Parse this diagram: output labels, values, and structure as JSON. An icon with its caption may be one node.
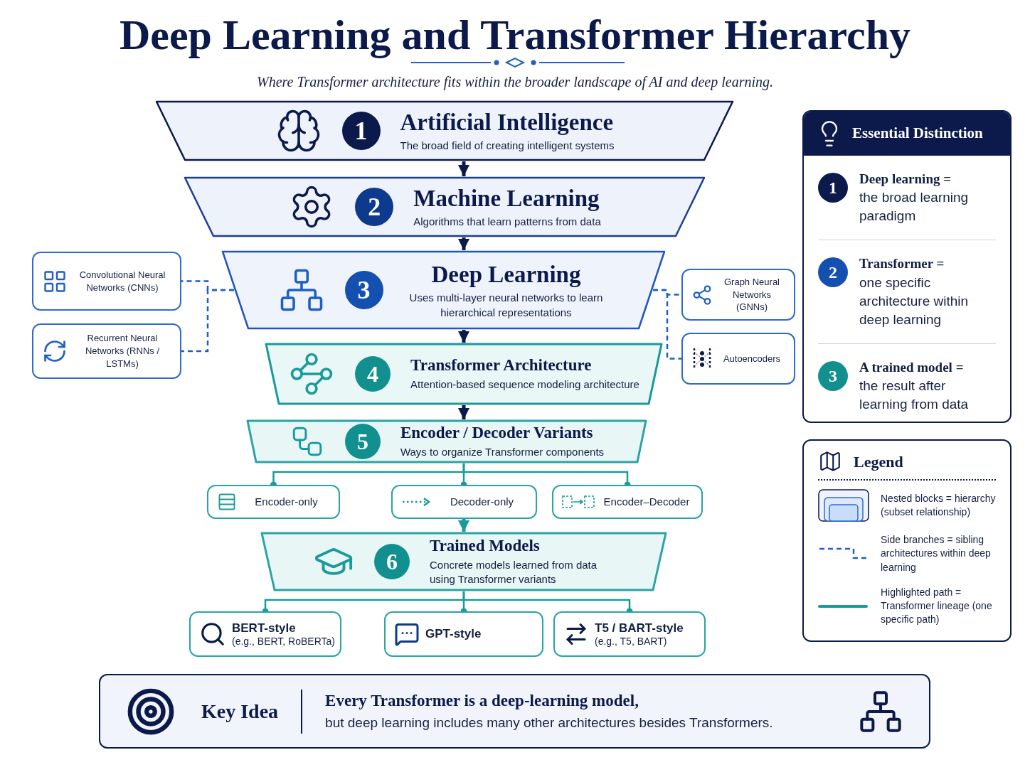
{
  "diagram": {
    "title": "Deep Learning and Transformer Hierarchy",
    "nodes": [
      {
        "text": [
          "1",
          "Artificial Intelligence",
          "The broad field of creating intelligent systems"
        ]
      },
      {
        "text": [
          "2",
          "Machine Learning",
          "Algorithms that learn patterns from data"
        ]
      },
      {
        "text": [
          "3",
          "Deep Learning",
          "Uses multi-layer neural networks to learn hierarchical representations"
        ]
      },
      {
        "text": [
          "Convolutional Neural Networks (CNNs)"
        ]
      },
      {
        "text": [
          "Recurrent Neural Networks (RNNs / LSTMs)"
        ]
      },
      {
        "text": [
          "Graph Neural Networks (GNNs)"
        ]
      },
      {
        "text": [
          "Autoencoders"
        ]
      },
      {
        "text": [
          "4",
          "Transformer Architecture",
          "Attention-based sequence modeling architecture"
        ]
      },
      {
        "text": [
          "5",
          "Encoder / Decoder Variants",
          "Ways to organize Transformer components"
        ]
      },
      {
        "text": [
          "Encoder-only"
        ]
      },
      {
        "text": [
          "Decoder-only"
        ]
      },
      {
        "text": [
          "Encoder–Decoder"
        ]
      },
      {
        "text": [
          "6",
          "Trained Models",
          "Concrete models learned from data using Transformer variants"
        ]
      },
      {
        "text": [
          "BERT-style",
          "(e.g., BERT, RoBERTa)"
        ]
      },
      {
        "text": [
          "GPT-style"
        ]
      },
      {
        "text": [
          "T5 / BART-style",
          "(e.g., T5, BART)"
        ]
      },
      {
        "text": [
          "Essential Distinction"
        ]
      },
      {
        "text": [
          "Key Idea",
          "Every Transformer is a deep-learning model,",
          "but deep learning includes many other architectures besides Transformers."
        ]
      }
    ],
    "edges": [
      {
        "from": 0,
        "to": 1,
        "arrow": "to",
        "style": "thick",
        "color": "#0b1a4a"
      },
      {
        "from": 1,
        "to": 2,
        "arrow": "to",
        "style": "thick",
        "color": "#0b1a4a"
      },
      {
        "from": 2,
        "to": 7,
        "arrow": "to",
        "style": "thick",
        "color": "#0b1a4a"
      },
      {
        "from": 7,
        "to": 8,
        "arrow": "to",
        "style": "thick",
        "color": "#0b1a4a"
      },
      {
        "from": 8,
        "to": 9,
        "arrow": "other"
      },
      {
        "from": 8,
        "to": 10,
        "arrow": "other"
      },
      {
        "from": 8,
        "to": 11,
        "arrow": "other"
      },
      {
        "from": 10,
        "to": 12,
        "arrow": "to",
        "style": "thick"
      },
      {
        "from": 12,
        "to": 13,
        "arrow": "other"
      },
      {
        "from": 12,
        "to": 14,
        "arrow": "other"
      },
      {
        "from": 12,
        "to": 15,
        "arrow": "other"
      },
      {
        "from": 2,
        "to": 3,
        "arrow": "none",
        "style": "dashed",
        "color": "#1f5fc4"
      },
      {
        "from": 2,
        "to": 4,
        "arrow": "none",
        "style": "dashed",
        "color": "#1f5fc4"
      },
      {
        "from": 2,
        "to": 5,
        "arrow": "none",
        "style": "dashed",
        "color": "#1f5fc4"
      },
      {
        "from": 2,
        "to": 6,
        "arrow": "none",
        "style": "dashed",
        "color": "#1f5fc4"
      }
    ],
    "labels": [
      "Where Transformer architecture fits within the broader landscape of AI and deep learning.",
      "1",
      "**Deep learning =** the broad learning paradigm",
      "2",
      "**Transformer =** one specific architecture within deep learning",
      "3",
      "**A trained model =** the result after learning from data",
      "Legend"
    ],
    "legend": [
      {
        "text": "Nested blocks = hierarchy (subset relationship)"
      },
      {
        "text": "Side branches = sibling architectures within deep learning"
      },
      {
        "text": "Highlighted path = Transformer lineage (one specific path)"
      }
    ]
  }
}
